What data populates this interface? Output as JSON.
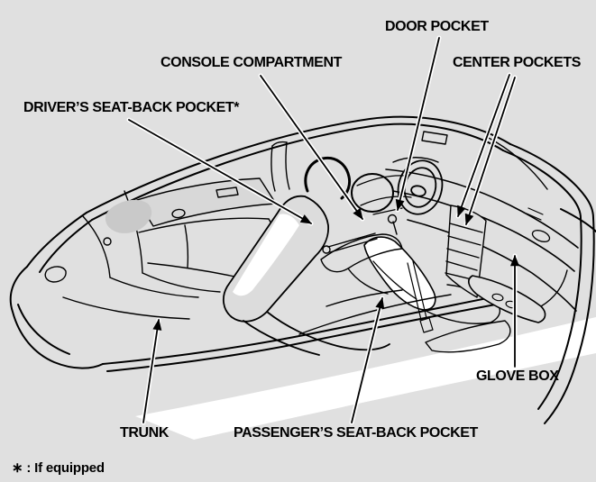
{
  "figure": {
    "type": "vehicle-storage-compartments-cutaway",
    "colors": {
      "background": "#e0e0e0",
      "line": "#000000",
      "highlight": "#ffffff"
    },
    "labels": {
      "door_pocket": "DOOR POCKET",
      "console_compartment": "CONSOLE COMPARTMENT",
      "center_pockets": "CENTER POCKETS",
      "drivers_seat_back_pocket": "DRIVER’S SEAT-BACK POCKET*",
      "glove_box": "GLOVE BOX",
      "trunk": "TRUNK",
      "passengers_seat_back_pocket": "PASSENGER’S SEAT-BACK POCKET",
      "footnote": "∗ :  If equipped"
    }
  }
}
